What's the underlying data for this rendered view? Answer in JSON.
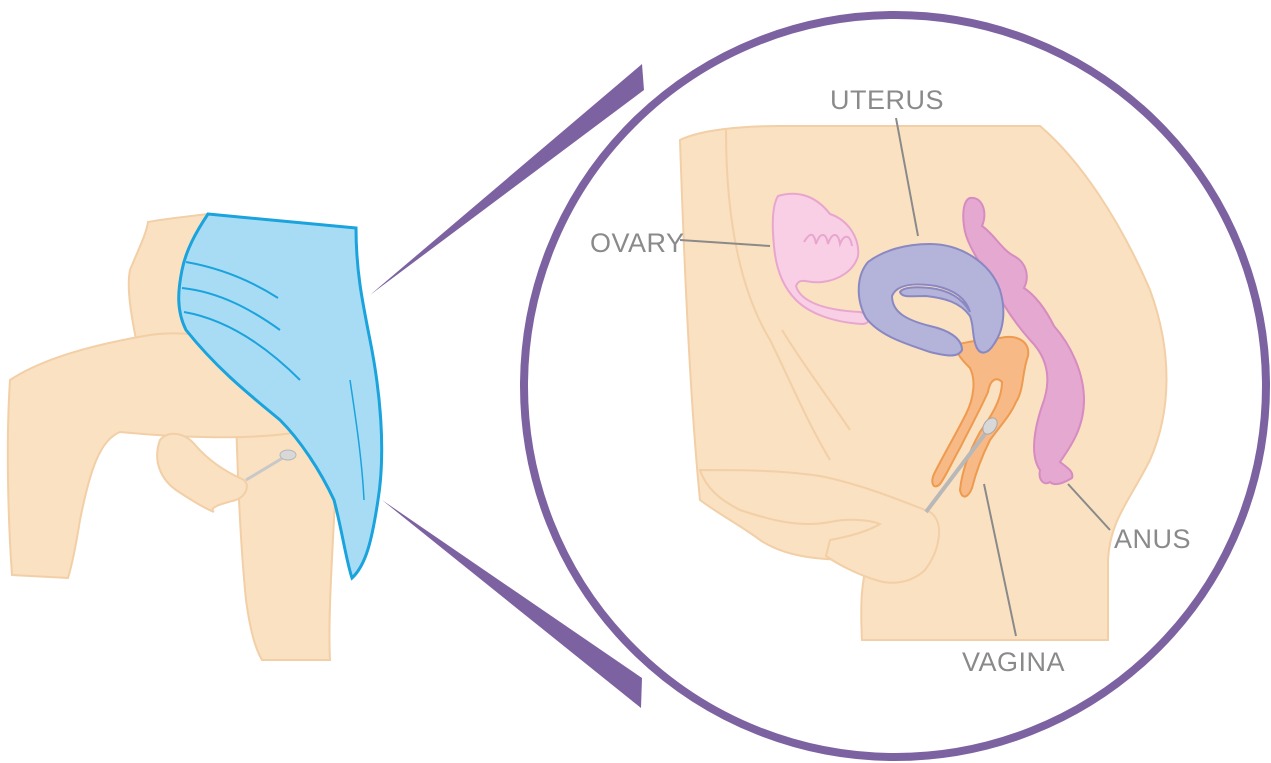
{
  "labels": {
    "uterus": "UTERUS",
    "ovary": "OVARY",
    "anus": "ANUS",
    "vagina": "VAGINA"
  },
  "colors": {
    "skin": "#fae1c1",
    "skin_outline": "#f2cfa6",
    "sheet": "#a8dcf5",
    "sheet_outline": "#1aa3dc",
    "circle": "#7d62a1",
    "ovary": "#f8cfe4",
    "ovary_outline": "#e8a6cf",
    "uterus": "#b4b3da",
    "uterus_outline": "#8a88c2",
    "vagina": "#f7b986",
    "vagina_outline": "#ee9a4f",
    "rectum": "#e5a8d1",
    "rectum_outline": "#d68cc0",
    "leader_line": "#8a8a8a",
    "swab": "#c8c8c8"
  },
  "icons": {
    "magnifier": "zoom-circle",
    "swab": "swab-stick"
  }
}
